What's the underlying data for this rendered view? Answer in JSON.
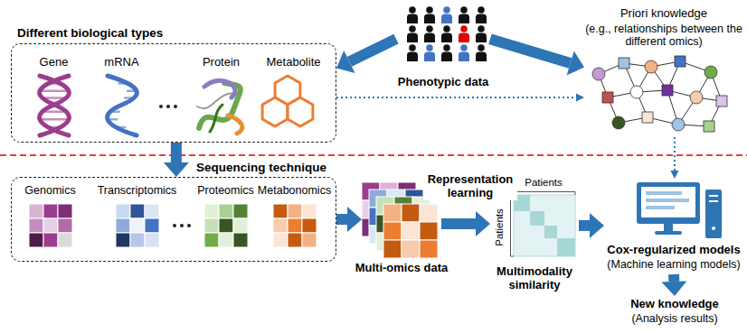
{
  "diagram": {
    "nodes": [
      {
        "text": [
          "Different biological types"
        ]
      },
      {
        "text": [
          "Gene"
        ],
        "in": 0
      },
      {
        "text": [
          "mRNA"
        ],
        "in": 0
      },
      {
        "text": [
          "Protein"
        ],
        "in": 0
      },
      {
        "text": [
          "Metabolite"
        ],
        "in": 0
      },
      {
        "text": [
          "Phenotypic data"
        ]
      },
      {
        "text": [
          "Priori knowledge",
          "(e.g., relationships between the different omics)"
        ]
      },
      {
        "text": [
          "Sequencing technique"
        ]
      },
      {
        "text": [
          "Genomics"
        ],
        "in": 7
      },
      {
        "text": [
          "Transcriptomics"
        ],
        "in": 7
      },
      {
        "text": [
          "Proteomics"
        ],
        "in": 7
      },
      {
        "text": [
          "Metabonomics"
        ],
        "in": 7
      },
      {
        "text": [
          "Multi-omics data"
        ]
      },
      {
        "text": [
          "Multimodality similarity"
        ]
      },
      {
        "text": [
          "Cox-regularized models",
          "(Machine learning models)"
        ]
      },
      {
        "text": [
          "New knowledge",
          "(Analysis results)"
        ]
      }
    ],
    "edges": [
      {
        "from": 5,
        "to": 0,
        "arrow": "to"
      },
      {
        "from": 5,
        "to": 6,
        "arrow": "to"
      },
      {
        "from": 0,
        "to": 6,
        "arrow": "to"
      },
      {
        "from": 0,
        "to": 7,
        "arrow": "to"
      },
      {
        "from": 7,
        "to": 12,
        "arrow": "to"
      },
      {
        "from": 12,
        "to": 13,
        "label": "Representation learning",
        "arrow": "to"
      },
      {
        "from": 13,
        "to": 14,
        "arrow": "to"
      },
      {
        "from": 6,
        "to": 14,
        "arrow": "to"
      },
      {
        "from": 14,
        "to": 15,
        "arrow": "to"
      }
    ],
    "labels": [
      "Patients",
      "Patients"
    ]
  }
}
